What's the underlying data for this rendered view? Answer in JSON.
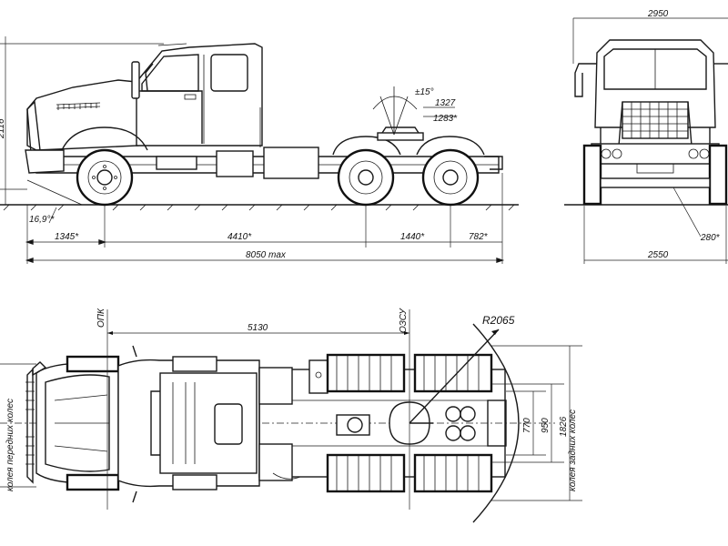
{
  "side_view": {
    "height_dim": "2116",
    "front_overhang": "1345*",
    "wheelbase": "4410*",
    "bogie": "1440*",
    "rear_overhang": "782*",
    "overall_length": "8050 max",
    "approach_angle": "16,9°*",
    "fifth_wheel_angle": "±15°",
    "fifth_wheel_h1": "1327",
    "fifth_wheel_h2": "1283*"
  },
  "front_view": {
    "mirror_width": "2950",
    "overall_width": "2550",
    "ground_clearance": "280*"
  },
  "top_view": {
    "front_ref": "ОПК",
    "fifth_wheel_ref": "ОЗСУ",
    "fifth_wheel_offset": "5130",
    "turn_radius": "R2065",
    "dim_770": "770",
    "dim_950": "950",
    "rear_track": "1826",
    "front_track_label": "колея передних колес",
    "rear_track_label": "колея задних колес"
  }
}
